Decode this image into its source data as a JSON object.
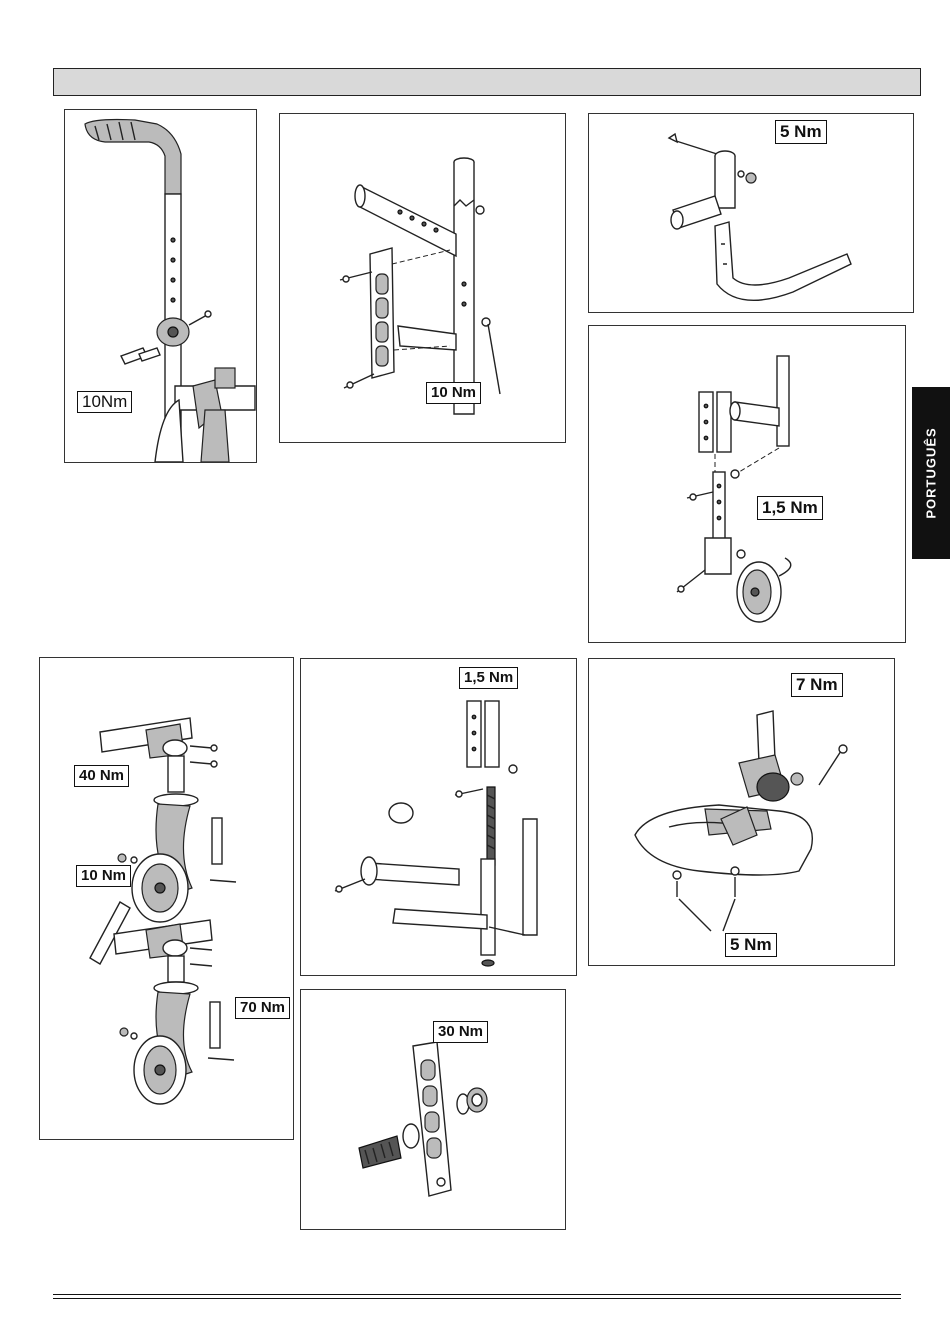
{
  "side_tab": {
    "label": "PORTUGUÊS"
  },
  "figures": [
    {
      "id": "push-handle",
      "torques": [
        "10Nm"
      ]
    },
    {
      "id": "armrest-bracket",
      "torques": [
        "10 Nm"
      ]
    },
    {
      "id": "tube-clamp",
      "torques": [
        "5 Nm"
      ]
    },
    {
      "id": "anti-tip-wheel",
      "torques": [
        "1,5 Nm"
      ]
    },
    {
      "id": "castor-forks",
      "torques": [
        "40 Nm",
        "10 Nm",
        "70 Nm"
      ]
    },
    {
      "id": "leg-support",
      "torques": [
        "1,5 Nm"
      ]
    },
    {
      "id": "footplate",
      "torques": [
        "7 Nm",
        "5 Nm"
      ]
    },
    {
      "id": "axle-plate",
      "torques": [
        "30 Nm"
      ]
    }
  ]
}
